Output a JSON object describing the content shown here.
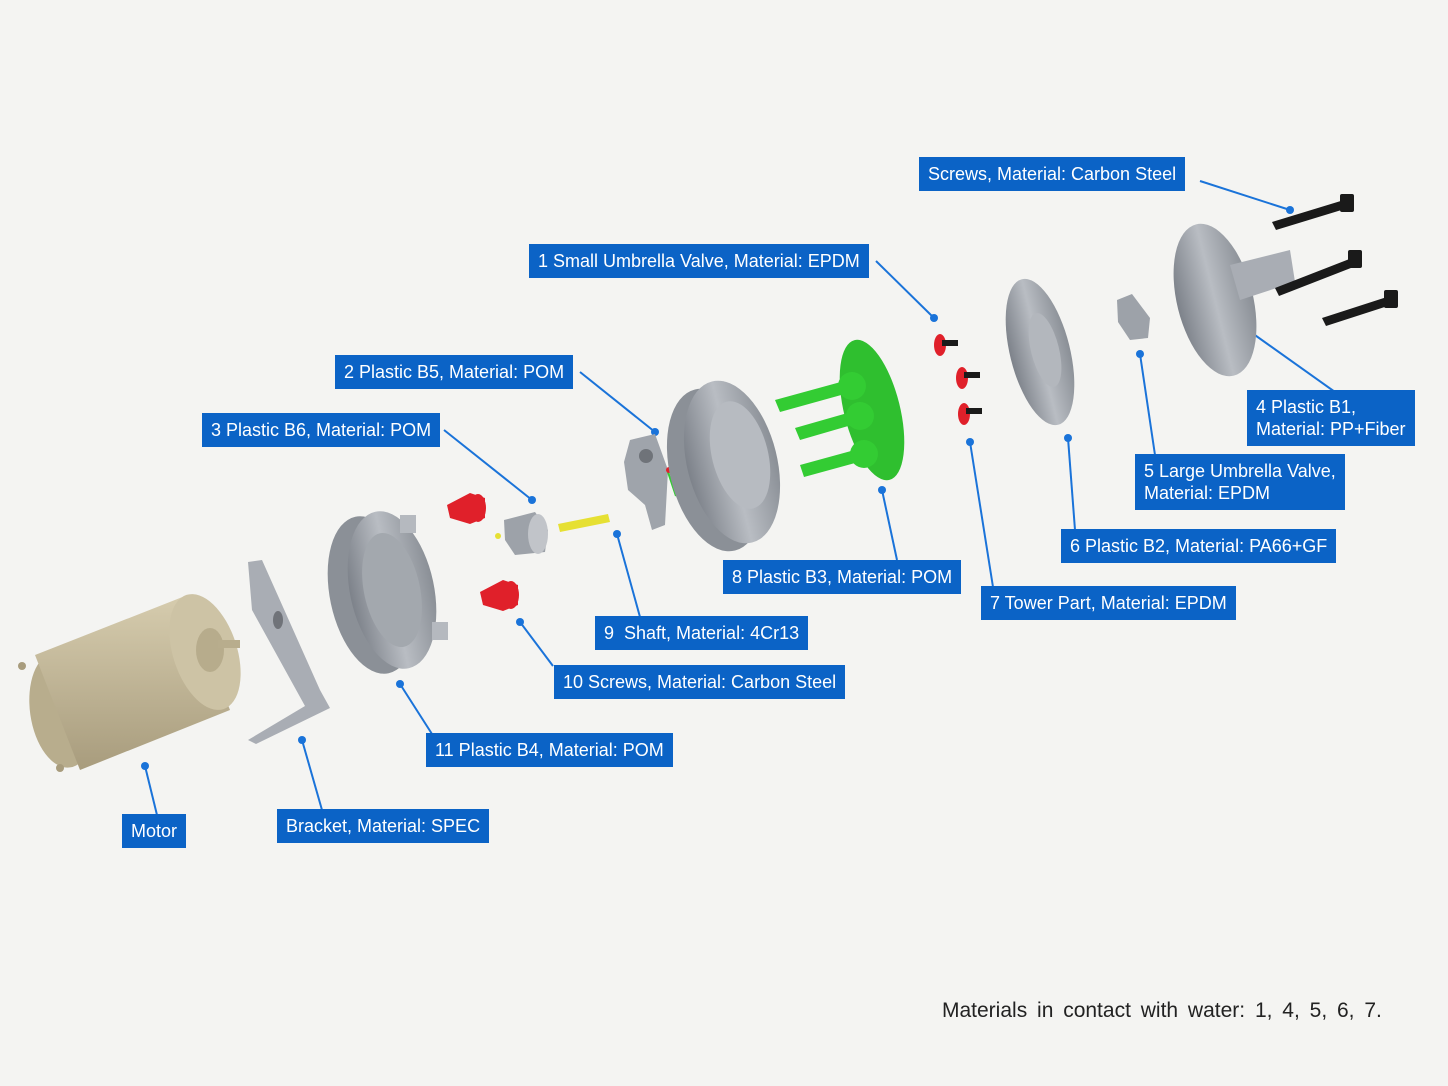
{
  "labels": {
    "screws_top": "Screws, Material: Carbon Steel",
    "small_umbrella": "1 Small Umbrella Valve, Material: EPDM",
    "plastic_b5": "2 Plastic B5, Material: POM",
    "plastic_b6": "3 Plastic B6, Material: POM",
    "plastic_b1_line1": "4 Plastic B1,",
    "plastic_b1_line2": "Material: PP+Fiber",
    "large_umbrella_line1": "5 Large Umbrella Valve,",
    "large_umbrella_line2": "Material: EPDM",
    "plastic_b2": "6 Plastic B2, Material: PA66+GF",
    "plastic_b3": "8 Plastic B3, Material: POM",
    "tower_part": "7 Tower Part, Material: EPDM",
    "shaft": "9  Shaft, Material: 4Cr13",
    "screws_bottom": "10 Screws, Material: Carbon Steel",
    "plastic_b4": "11 Plastic B4, Material: POM",
    "motor": "Motor",
    "bracket": "Bracket, Material: SPEC"
  },
  "footnote": "Materials in contact with water: 1, 4, 5, 6, 7.",
  "colors": {
    "label_bg": "#0b63c6",
    "leader": "#1a73d9",
    "motor": "#c9bd9c",
    "grey_part": "#9a9fa6",
    "red_part": "#e0202a",
    "green_part": "#33cc33",
    "yellow_shaft": "#e6e033",
    "screw": "#1a1a1a"
  }
}
